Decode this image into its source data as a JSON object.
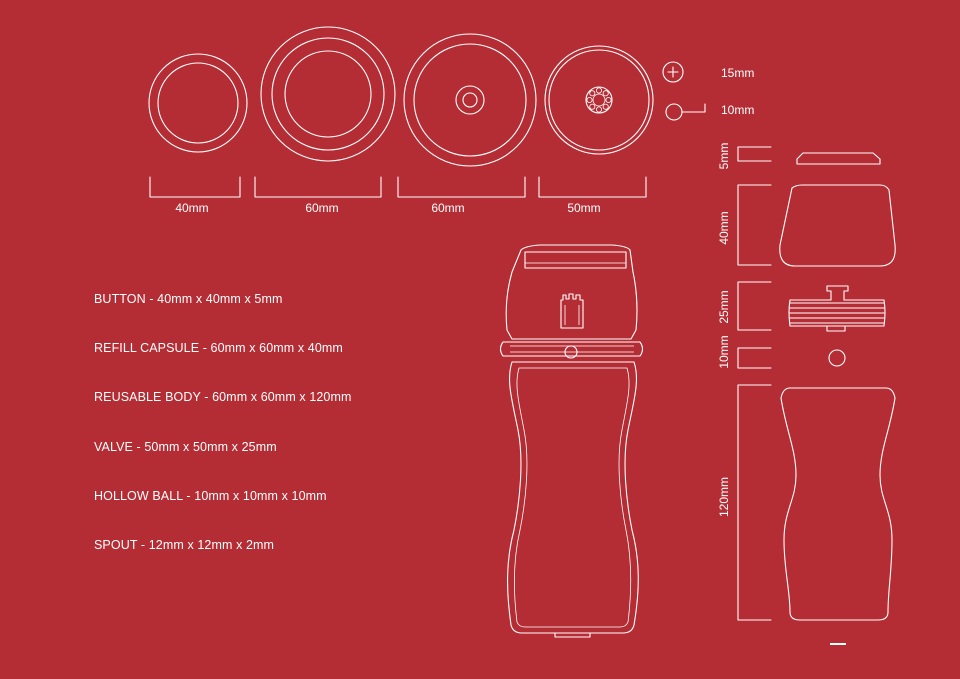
{
  "top_views": {
    "dimension_labels": [
      "40mm",
      "60mm",
      "60mm",
      "50mm"
    ]
  },
  "ball_legend": {
    "items": [
      {
        "label": "15mm",
        "symbol": "plus"
      },
      {
        "label": "10mm",
        "symbol": "empty"
      }
    ]
  },
  "specs": [
    "BUTTON - 40mm x 40mm x 5mm",
    "REFILL CAPSULE - 60mm x 60mm x 40mm",
    "REUSABLE BODY - 60mm x 60mm x 120mm",
    "VALVE - 50mm x 50mm x 25mm",
    "HOLLOW BALL - 10mm x 10mm x 10mm",
    "SPOUT - 12mm x 12mm x 2mm"
  ],
  "exploded_view": {
    "heights": [
      "5mm",
      "40mm",
      "25mm",
      "10mm",
      "120mm"
    ]
  },
  "colors": {
    "background": "#b42d35",
    "line": "#ffffff"
  }
}
